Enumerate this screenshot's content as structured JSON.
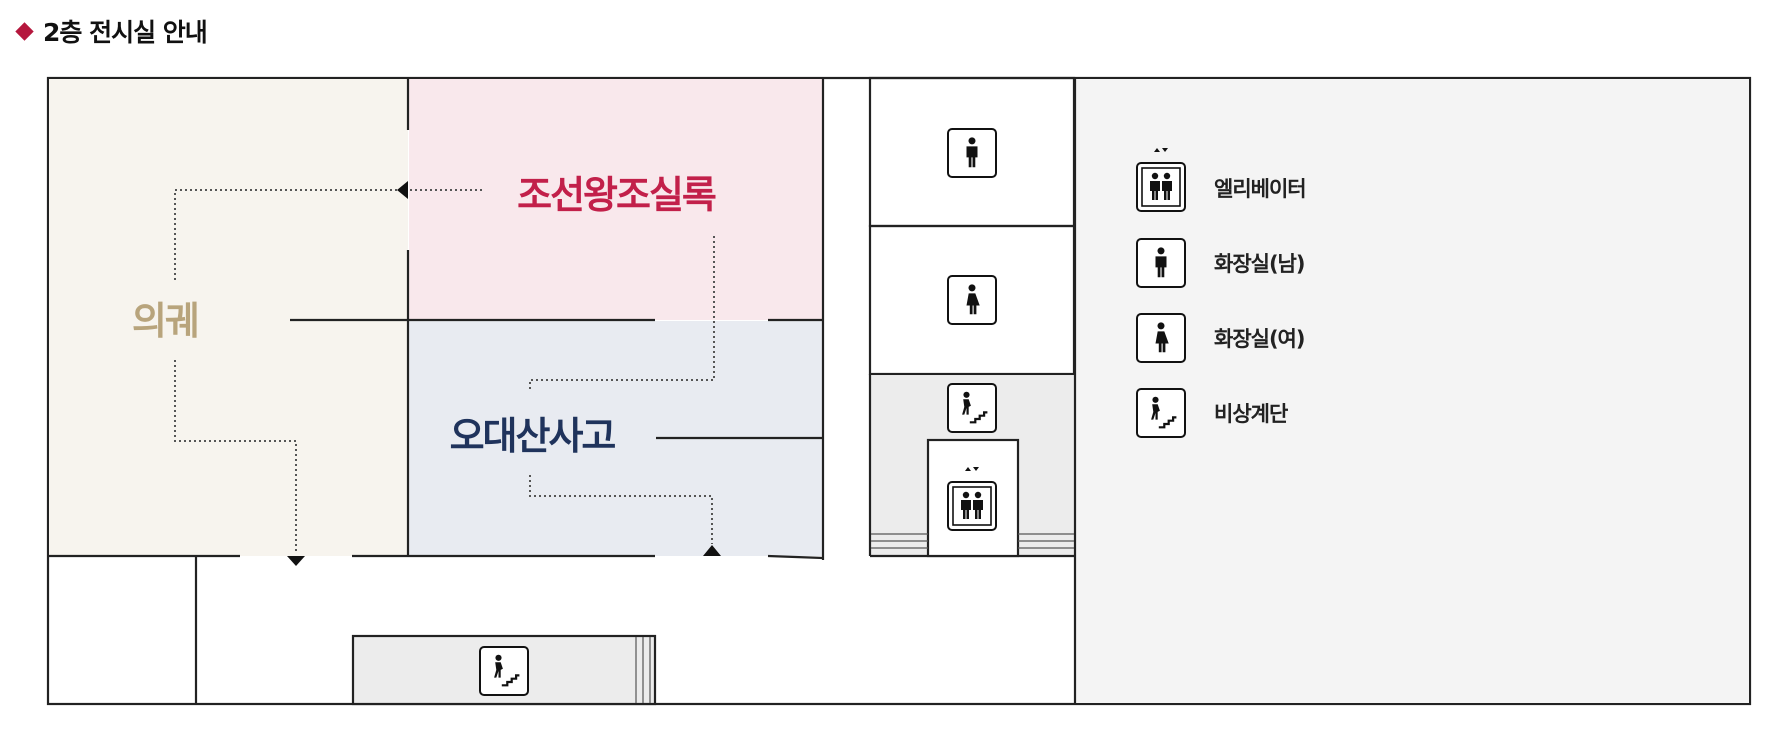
{
  "header": {
    "title": "2층 전시실 안내"
  },
  "rooms": {
    "royal_protocols": {
      "label": "의궤",
      "color": "#b8a47c"
    },
    "annals": {
      "label": "조선왕조실록",
      "color": "#c2204a"
    },
    "odaesan": {
      "label": "오대산사고",
      "color": "#1f335c"
    }
  },
  "legend": [
    {
      "icon": "elevator-icon",
      "label": "엘리베이터"
    },
    {
      "icon": "restroom-male-icon",
      "label": "화장실(남)"
    },
    {
      "icon": "restroom-female-icon",
      "label": "화장실(여)"
    },
    {
      "icon": "emergency-stairs-icon",
      "label": "비상계단"
    }
  ],
  "colors": {
    "accent": "#b5173d",
    "beige_room": "#f7f4ee",
    "pink_room": "#f9e8ec",
    "blue_room": "#e8ebf1",
    "side_area": "#f4f4f4"
  }
}
